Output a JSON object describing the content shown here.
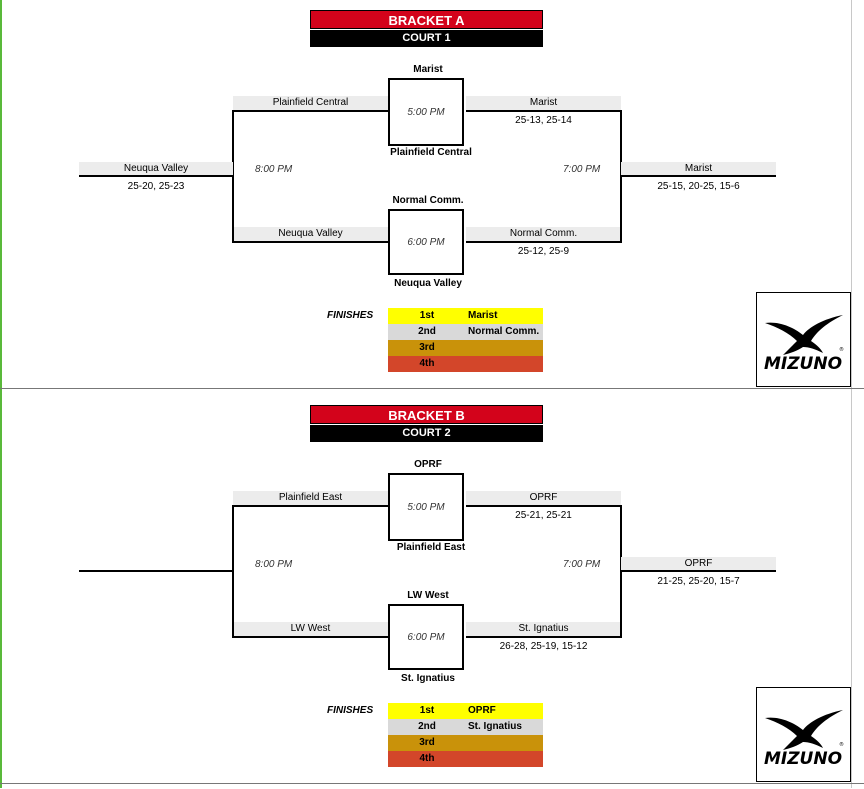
{
  "brackets": [
    {
      "title": "BRACKET A",
      "court": "COURT 1",
      "left_top_team": "Plainfield Central",
      "left_bottom_team": "Neuqua Valley",
      "top_match": {
        "team1": "Marist",
        "time": "5:00 PM",
        "team2": "Plainfield Central"
      },
      "bottom_match": {
        "team1": "Normal Comm.",
        "time": "6:00 PM",
        "team2": "Neuqua Valley"
      },
      "top_winner": "Marist",
      "top_score": "25-13, 25-14",
      "bottom_winner": "Normal Comm.",
      "bottom_score": "25-12, 25-9",
      "left_time": "8:00 PM",
      "right_time": "7:00 PM",
      "far_left_team": "Neuqua Valley",
      "far_left_score": "25-20, 25-23",
      "far_right_team": "Marist",
      "far_right_score": "25-15, 20-25, 15-6",
      "finishes_label": "FINISHES",
      "finishes": [
        {
          "place": "1st",
          "team": "Marist",
          "color": "#ffff00"
        },
        {
          "place": "2nd",
          "team": "Normal Comm.",
          "color": "#d9d9d9"
        },
        {
          "place": "3rd",
          "team": "",
          "color": "#c9920a"
        },
        {
          "place": "4th",
          "team": "",
          "color": "#d3462a"
        }
      ],
      "logo_text": "MIZUNO"
    },
    {
      "title": "BRACKET B",
      "court": "COURT 2",
      "left_top_team": "Plainfield East",
      "left_bottom_team": "LW West",
      "top_match": {
        "team1": "OPRF",
        "time": "5:00 PM",
        "team2": "Plainfield East"
      },
      "bottom_match": {
        "team1": "LW West",
        "time": "6:00 PM",
        "team2": "St. Ignatius"
      },
      "top_winner": "OPRF",
      "top_score": "25-21, 25-21",
      "bottom_winner": "St. Ignatius",
      "bottom_score": "26-28, 25-19, 15-12",
      "left_time": "8:00 PM",
      "right_time": "7:00 PM",
      "far_left_team": "",
      "far_left_score": "",
      "far_right_team": "OPRF",
      "far_right_score": "21-25, 25-20, 15-7",
      "finishes_label": "FINISHES",
      "finishes": [
        {
          "place": "1st",
          "team": "OPRF",
          "color": "#ffff00"
        },
        {
          "place": "2nd",
          "team": "St. Ignatius",
          "color": "#d9d9d9"
        },
        {
          "place": "3rd",
          "team": "",
          "color": "#c9920a"
        },
        {
          "place": "4th",
          "team": "",
          "color": "#d3462a"
        }
      ],
      "logo_text": "MIZUNO"
    }
  ]
}
